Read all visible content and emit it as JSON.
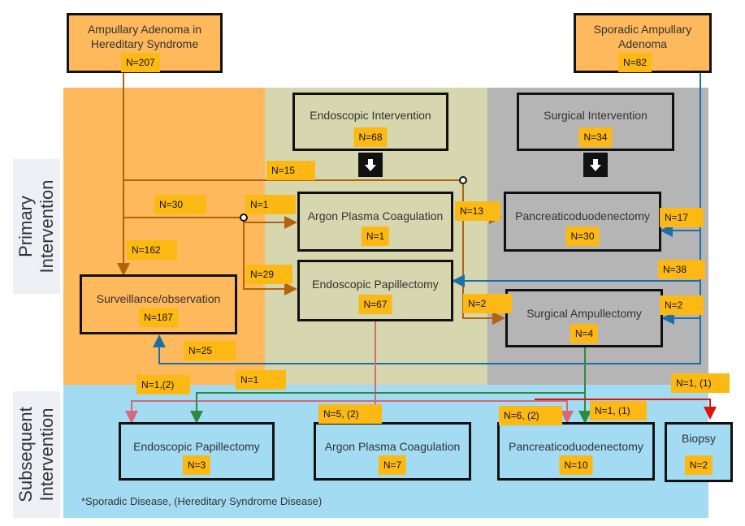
{
  "rows": {
    "primary": "Primary\nIntervention",
    "subsequent": "Subsequent\nIntervention"
  },
  "colors": {
    "orange": "#fdb95c",
    "olive": "#d6d7ae",
    "gray": "#b5b5b5",
    "blue": "#a3dbf3",
    "tag": "#fdb913",
    "brown": "#b3620f",
    "steel": "#1e6fa8",
    "pink": "#d9677a",
    "green": "#2d8a3e",
    "red": "#e01010"
  },
  "sources": {
    "hereditary": {
      "label": "Ampullary Adenoma in Hereditary Syndrome",
      "n": "N=207"
    },
    "sporadic": {
      "label": "Sporadic Ampullary Adenoma",
      "n": "N=82"
    }
  },
  "primary": {
    "endoscopic": {
      "label": "Endoscopic Intervention",
      "n": "N=68"
    },
    "surgical": {
      "label": "Surgical Intervention",
      "n": "N=34"
    },
    "apc": {
      "label": "Argon Plasma Coagulation",
      "n": "N=1"
    },
    "ep": {
      "label": "Endoscopic Papillectomy",
      "n": "N=67"
    },
    "pd": {
      "label": "Pancreaticoduodenectomy",
      "n": "N=30"
    },
    "sa": {
      "label": "Surgical Ampullectomy",
      "n": "N=4"
    },
    "surveillance": {
      "label": "Surveillance/observation",
      "n": "N=187"
    }
  },
  "subsequent": {
    "ep": {
      "label": "Endoscopic Papillectomy",
      "n": "N=3"
    },
    "apc": {
      "label": "Argon Plasma Coagulation",
      "n": "N=7"
    },
    "pd": {
      "label": "Pancreaticoduodenectomy",
      "n": "N=10"
    },
    "biopsy": {
      "label": "Biopsy",
      "n": "N=2"
    }
  },
  "flows": {
    "n15": "N=15",
    "n30": "N=30",
    "n1_apc": "N=1",
    "n162": "N=162",
    "n29": "N=29",
    "n13": "N=13",
    "n17": "N=17",
    "n38": "N=38",
    "n2_sa": "N=2",
    "n2_right": "N=2",
    "n25": "N=25",
    "n1_2": "N=1,(2)",
    "n1_green": "N=1",
    "n1_1_red": "N=1, (1)",
    "n5_2": "N=5, (2)",
    "n6_2": "N=6, (2)",
    "n1_1_pd": "N=1, (1)"
  },
  "footnote": "*Sporadic Disease, (Hereditary Syndrome Disease)"
}
